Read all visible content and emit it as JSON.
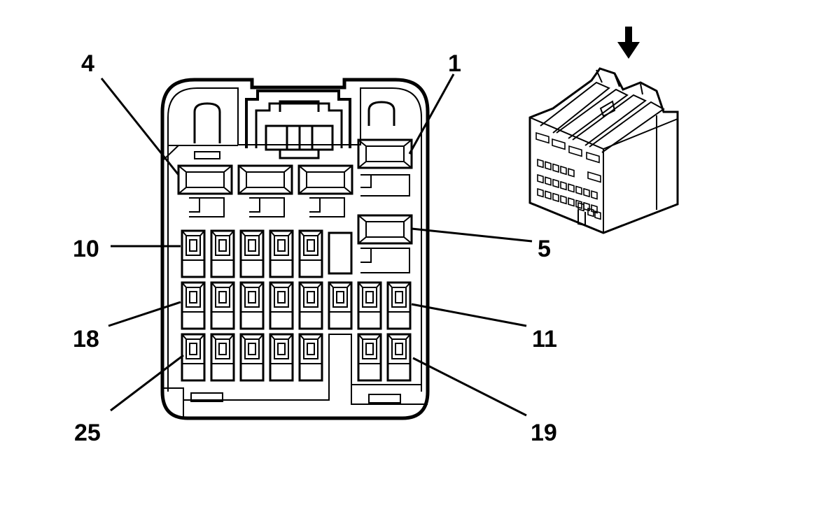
{
  "pin_labels": {
    "p1": "1",
    "p4": "4",
    "p5": "5",
    "p10": "10",
    "p11": "11",
    "p18": "18",
    "p19": "19",
    "p25": "25"
  },
  "colors": {
    "stroke": "#000000",
    "background": "#ffffff"
  },
  "icons": {
    "view_direction": "arrow-down-icon"
  }
}
